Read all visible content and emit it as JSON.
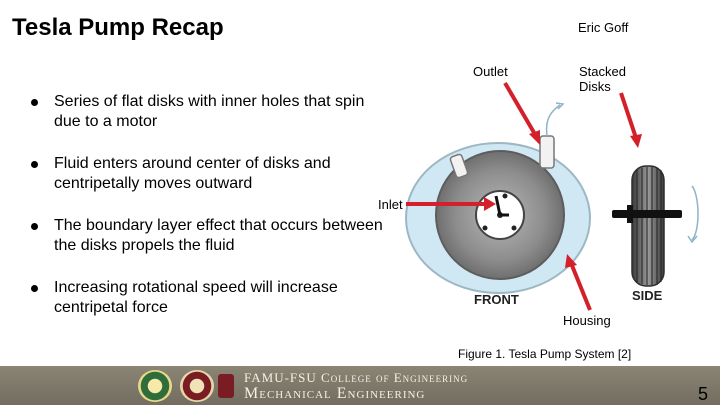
{
  "slide": {
    "title": "Tesla Pump Recap",
    "author": "Eric Goff",
    "bullets": [
      "Series of flat disks with inner holes that spin due to a motor",
      "Fluid enters around center of disks and centripetally moves outward",
      "The boundary layer effect that occurs between the disks propels the fluid",
      "Increasing rotational speed will increase centripetal force"
    ],
    "figure": {
      "labels": {
        "outlet": "Outlet",
        "stacked_disks": "Stacked Disks",
        "inlet": "Inlet",
        "housing": "Housing",
        "front": "FRONT",
        "side": "SIDE"
      },
      "caption": "Figure 1. Tesla Pump System [2]"
    },
    "footer": {
      "line1": "FAMU-FSU College of Engineering",
      "line2": "Mechanical Engineering"
    },
    "page_number": "5"
  },
  "colors": {
    "arrow": "#d4202a",
    "footer_bg": "#7e7a6b",
    "disk_gray": "#8c8c8c"
  }
}
